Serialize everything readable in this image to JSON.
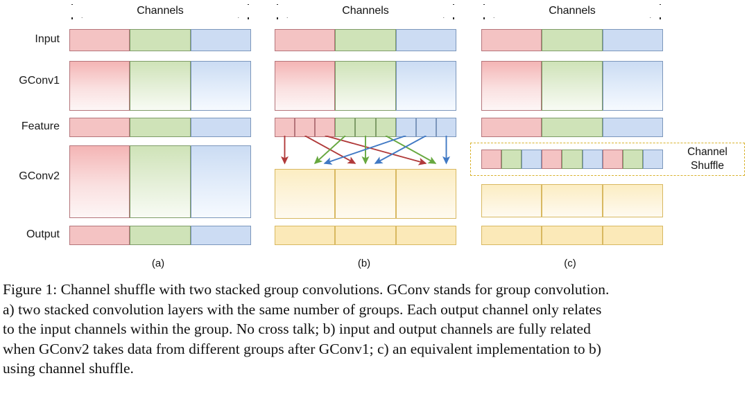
{
  "figure": {
    "channels_axis_label": "Channels",
    "row_labels": [
      "Input",
      "GConv1",
      "Feature",
      "GConv2",
      "Output"
    ],
    "panel_labels": [
      "(a)",
      "(b)",
      "(c)"
    ],
    "shuffle_label_line1": "Channel",
    "shuffle_label_line2": "Shuffle",
    "group_colors": {
      "red": "#f4c3c3",
      "green": "#cfe3b8",
      "blue": "#ccdcf3",
      "yellow": "#fbe9b8",
      "red_border": "#b4747a",
      "green_border": "#7e9c68",
      "blue_border": "#7b96bb",
      "yellow_border": "#d8b860",
      "arrow_red": "#b03a3a",
      "arrow_green": "#67a83f",
      "arrow_blue": "#4079c4",
      "shuffle_box_border": "#d8b12a"
    },
    "group_count": 3,
    "channels_per_group": 3,
    "coarse_groups": [
      "red",
      "green",
      "blue"
    ],
    "fine_cells_grouped": [
      "red",
      "red",
      "red",
      "green",
      "green",
      "green",
      "blue",
      "blue",
      "blue"
    ],
    "fine_cells_shuffled": [
      "red",
      "green",
      "blue",
      "red",
      "green",
      "blue",
      "red",
      "green",
      "blue"
    ],
    "yellow_groups": [
      "yellow",
      "yellow",
      "yellow"
    ]
  },
  "caption": {
    "line1": "Figure 1: Channel shuffle with two stacked group convolutions. GConv stands for group convolution.",
    "line2": "a) two stacked convolution layers with the same number of groups. Each output channel only relates",
    "line3": "to the input channels within the group. No cross talk; b) input and output channels are fully related",
    "line4": "when GConv2 takes data from different groups after GConv1; c) an equivalent implementation to b)",
    "line5": "using channel shuffle."
  }
}
